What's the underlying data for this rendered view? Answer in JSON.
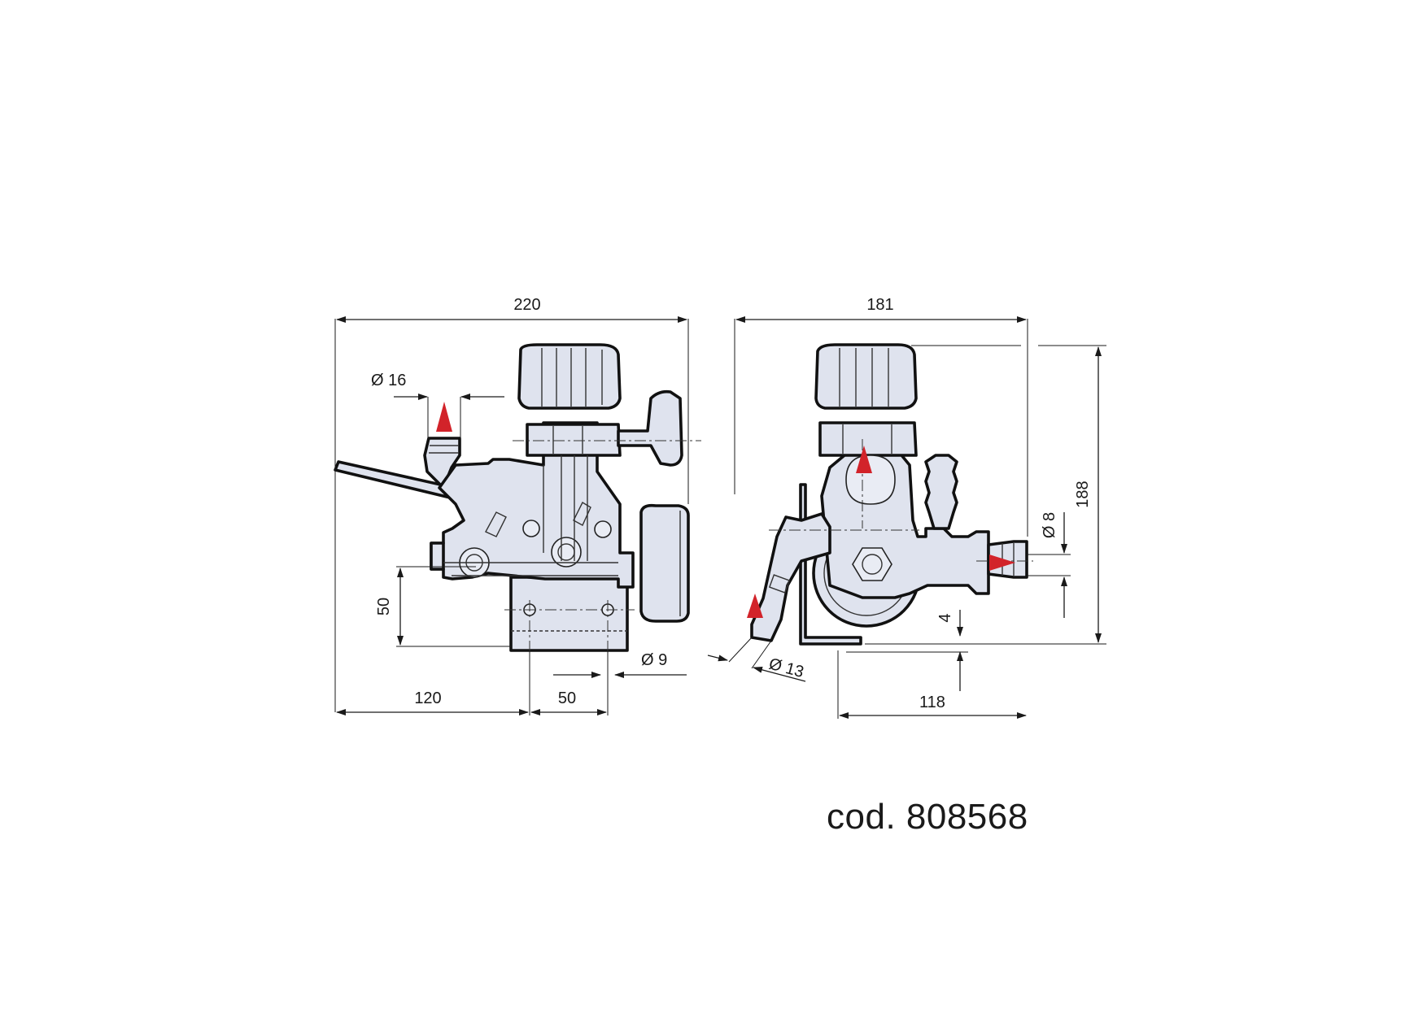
{
  "dimensions": {
    "overall_width_left": "220",
    "outlet_diameter_left": "Ø 16",
    "height_50": "50",
    "mount_hole_diameter": "Ø 9",
    "offset_120": "120",
    "hole_spacing_50": "50",
    "overall_width_right": "181",
    "overall_height_right": "188",
    "outlet_diameter_right": "Ø 8",
    "bracket_4": "4",
    "inlet_diameter_right": "Ø 13",
    "offset_118": "118"
  },
  "product": {
    "code": "cod. 808568"
  },
  "colors": {
    "body_fill": "#dfe3ee",
    "outline": "#111111",
    "flow_arrow": "#d2232a"
  },
  "icons": [
    "flow-arrow-icon"
  ]
}
